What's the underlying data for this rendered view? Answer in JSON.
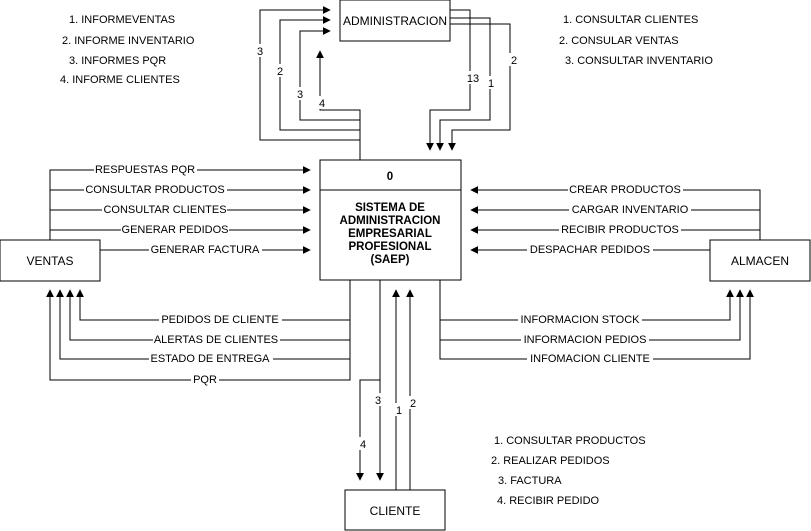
{
  "nodes": {
    "administracion": "ADMINISTRACION",
    "ventas": "VENTAS",
    "almacen": "ALMACEN",
    "cliente": "CLIENTE",
    "core_number": "0",
    "core_lines": [
      "SISTEMA DE",
      "ADMINISTRACION",
      "EMPRESARIAL",
      "PROFESIONAL",
      "(SAEP)"
    ]
  },
  "lists": {
    "admin_reports": [
      "1.  INFORMEVENTAS",
      "2.  INFORME INVENTARIO",
      "3.  INFORMES PQR",
      "4.  INFORME CLIENTES"
    ],
    "admin_queries": [
      "1. CONSULTAR CLIENTES",
      "2.  CONSULAR VENTAS",
      "3.  CONSULTAR INVENTARIO"
    ],
    "cliente_actions": [
      "1.  CONSULTAR PRODUCTOS",
      "2. REALIZAR PEDIDOS",
      "3. FACTURA",
      "4.  RECIBIR PEDIDO"
    ]
  },
  "flows": {
    "ventas_in": [
      "RESPUESTAS PQR",
      "CONSULTAR PRODUCTOS",
      "CONSULTAR CLIENTES",
      "GENERAR PEDIDOS",
      "GENERAR FACTURA"
    ],
    "ventas_out": [
      "PEDIDOS DE CLIENTE",
      "ALERTAS DE CLIENTES",
      "ESTADO DE ENTREGA",
      "PQR"
    ],
    "almacen_in": [
      "CREAR PRODUCTOS",
      "CARGAR INVENTARIO",
      "RECIBIR PRODUCTOS",
      "DESPACHAR PEDIDOS"
    ],
    "almacen_out": [
      "INFORMACION STOCK",
      "INFORMACION PEDIOS",
      "INFOMACION CLIENTE"
    ],
    "admin_up": [
      "3",
      "2",
      "3",
      "4"
    ],
    "admin_down": [
      "13",
      "1",
      "2"
    ],
    "cliente_links": [
      "3",
      "4",
      "1",
      "2"
    ]
  }
}
